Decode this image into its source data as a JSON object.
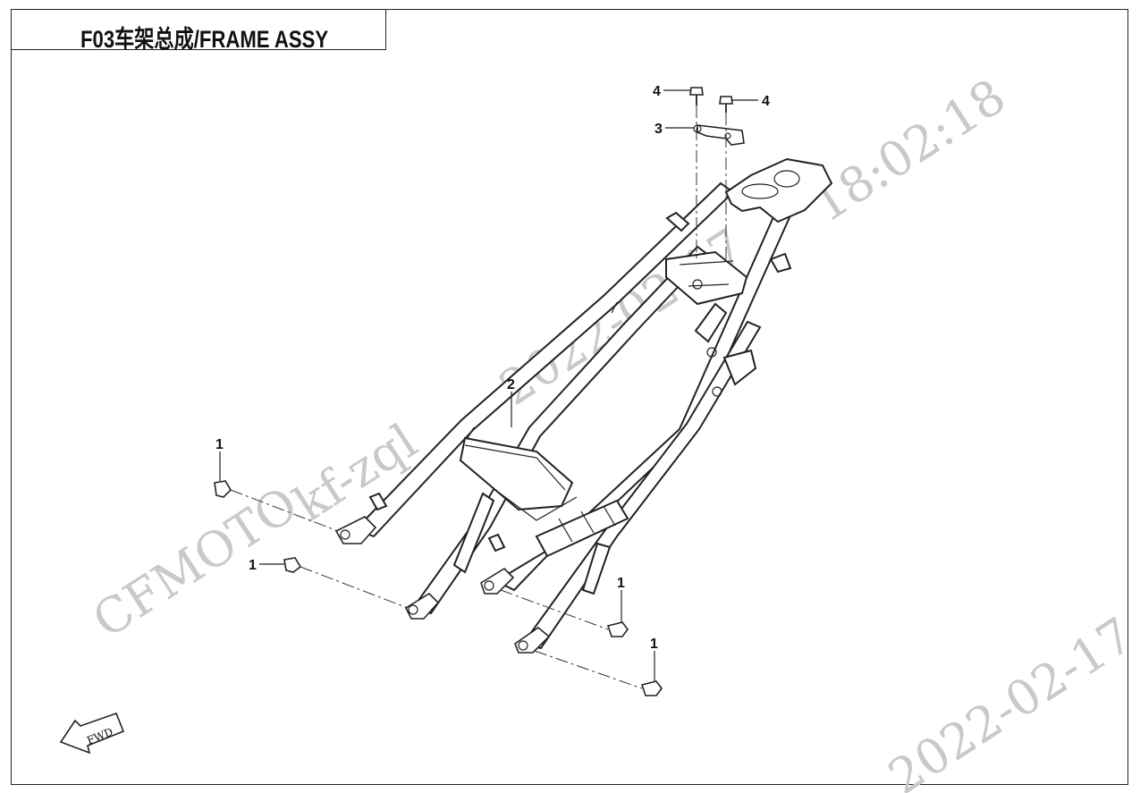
{
  "title": "F03车架总成/FRAME ASSY",
  "callouts": {
    "bolt_left_upper": "1",
    "bolt_left_lower": "1",
    "bolt_right_upper": "1",
    "bolt_right_lower": "1",
    "frame": "2",
    "bracket": "3",
    "bolt_top_left": "4",
    "bolt_top_right": "4"
  },
  "watermark": {
    "brand": "CFMOTO",
    "user": "kf-zql",
    "date": "2022-02-17",
    "time": "18:02:18",
    "date_partial": "2022-02-17"
  },
  "direction_badge": "FWD"
}
